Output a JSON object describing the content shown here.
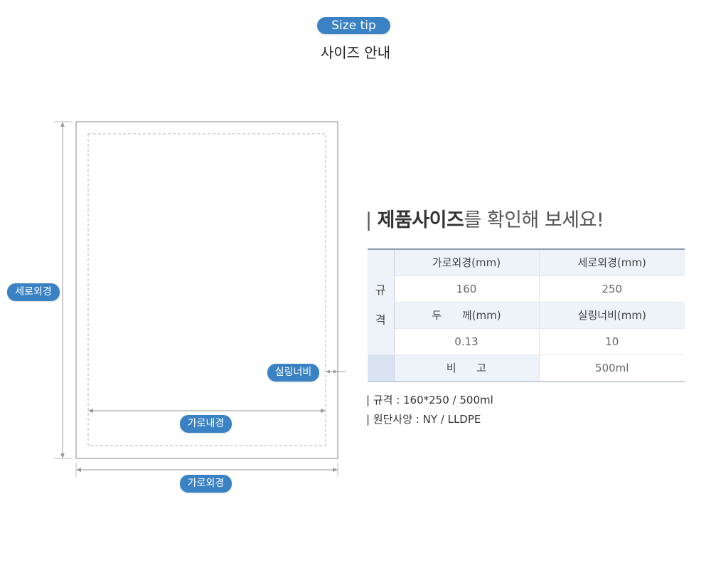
{
  "header": {
    "badge": "Size tip",
    "title": "사이즈 안내"
  },
  "diagram": {
    "height_outer_label": "세로외경",
    "seal_width_label": "실링너비",
    "width_inner_label": "가로내경",
    "width_outer_label": "가로외경"
  },
  "spec": {
    "heading_bar": "|",
    "heading_bold": "제품사이즈",
    "heading_rest": "를 확인해 보세요!",
    "side_label_1": "규",
    "side_label_2": "격",
    "rows": [
      {
        "c1": "가로외경(mm)",
        "c2": "세로외경(mm)"
      },
      {
        "c1": "160",
        "c2": "250"
      },
      {
        "c1": "두      께(mm)",
        "c2": "실링너비(mm)"
      },
      {
        "c1": "0.13",
        "c2": "10"
      }
    ],
    "remark_label": "비      고",
    "remark_value": "500ml"
  },
  "notes": [
    "|  규격 : 160*250 / 500ml",
    "| 원단사양 : NY / LLDPE"
  ],
  "colors": {
    "accent": "#3a82c4",
    "table_header_bg": "#eef3fa"
  }
}
